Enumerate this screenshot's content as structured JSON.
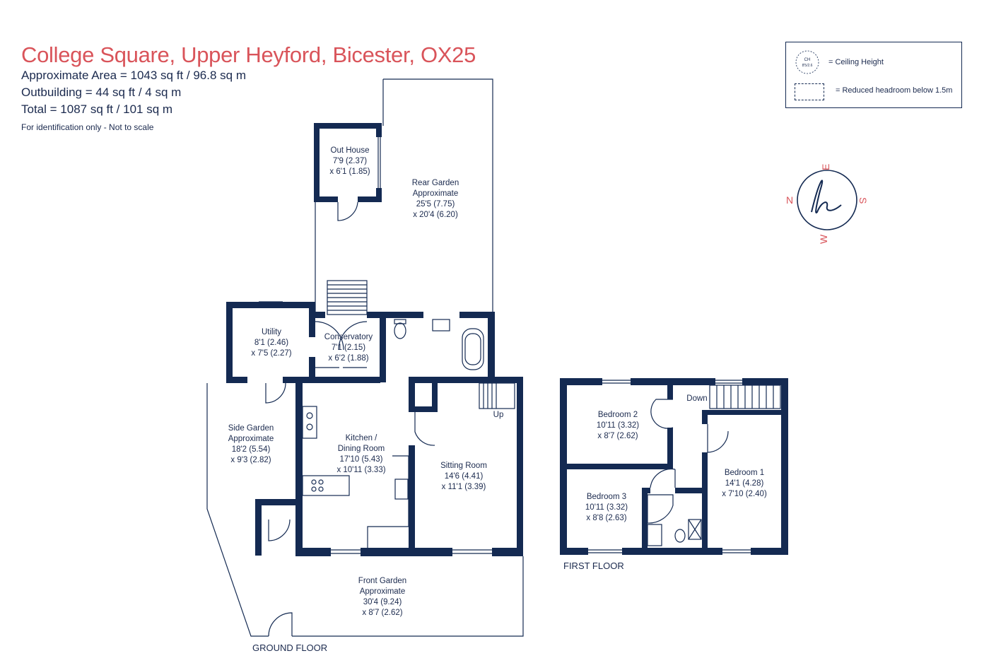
{
  "header": {
    "title": "College Square, Upper Heyford, Bicester, OX25",
    "area": "Approximate Area = 1043 sq ft / 96.8 sq m",
    "outbuilding": "Outbuilding = 44 sq ft / 4 sq m",
    "total": "Total = 1087 sq ft / 101 sq m",
    "note": "For identification only - Not to scale"
  },
  "legend": {
    "ceiling_symbol": "CH\n8'5/2.6",
    "ceiling_label": "= Ceiling Height",
    "headroom_label": "= Reduced headroom below 1.5m"
  },
  "compass": {
    "n": "N",
    "e": "E",
    "s": "S",
    "w": "W",
    "logo": "h",
    "accent": "#d9545a"
  },
  "colors": {
    "walls": "#142a52",
    "title": "#d9545a",
    "text": "#1b2a4e"
  },
  "ground_floor": {
    "label": "GROUND FLOOR",
    "rooms": {
      "out_house": [
        "Out House",
        "7'9 (2.37)",
        "x 6'1 (1.85)"
      ],
      "rear_garden": [
        "Rear Garden",
        "Approximate",
        "25'5 (7.75)",
        "x 20'4 (6.20)"
      ],
      "utility": [
        "Utility",
        "8'1 (2.46)",
        "x 7'5 (2.27)"
      ],
      "conservatory": [
        "Conservatory",
        "7'1 (2.15)",
        "x 6'2 (1.88)"
      ],
      "side_garden": [
        "Side Garden",
        "Approximate",
        "18'2 (5.54)",
        "x 9'3 (2.82)"
      ],
      "kitchen": [
        "Kitchen /",
        "Dining Room",
        "17'10 (5.43)",
        "x 10'11 (3.33)"
      ],
      "sitting": [
        "Sitting Room",
        "14'6 (4.41)",
        "x 11'1 (3.39)"
      ],
      "front_garden": [
        "Front Garden",
        "Approximate",
        "30'4 (9.24)",
        "x 8'7 (2.62)"
      ]
    },
    "up_label": "Up"
  },
  "first_floor": {
    "label": "FIRST FLOOR",
    "down_label": "Down",
    "rooms": {
      "bedroom2": [
        "Bedroom 2",
        "10'11 (3.32)",
        "x 8'7 (2.62)"
      ],
      "bedroom3": [
        "Bedroom 3",
        "10'11 (3.32)",
        "x 8'8 (2.63)"
      ],
      "bedroom1": [
        "Bedroom 1",
        "14'1 (4.28)",
        "x 7'10 (2.40)"
      ]
    }
  }
}
